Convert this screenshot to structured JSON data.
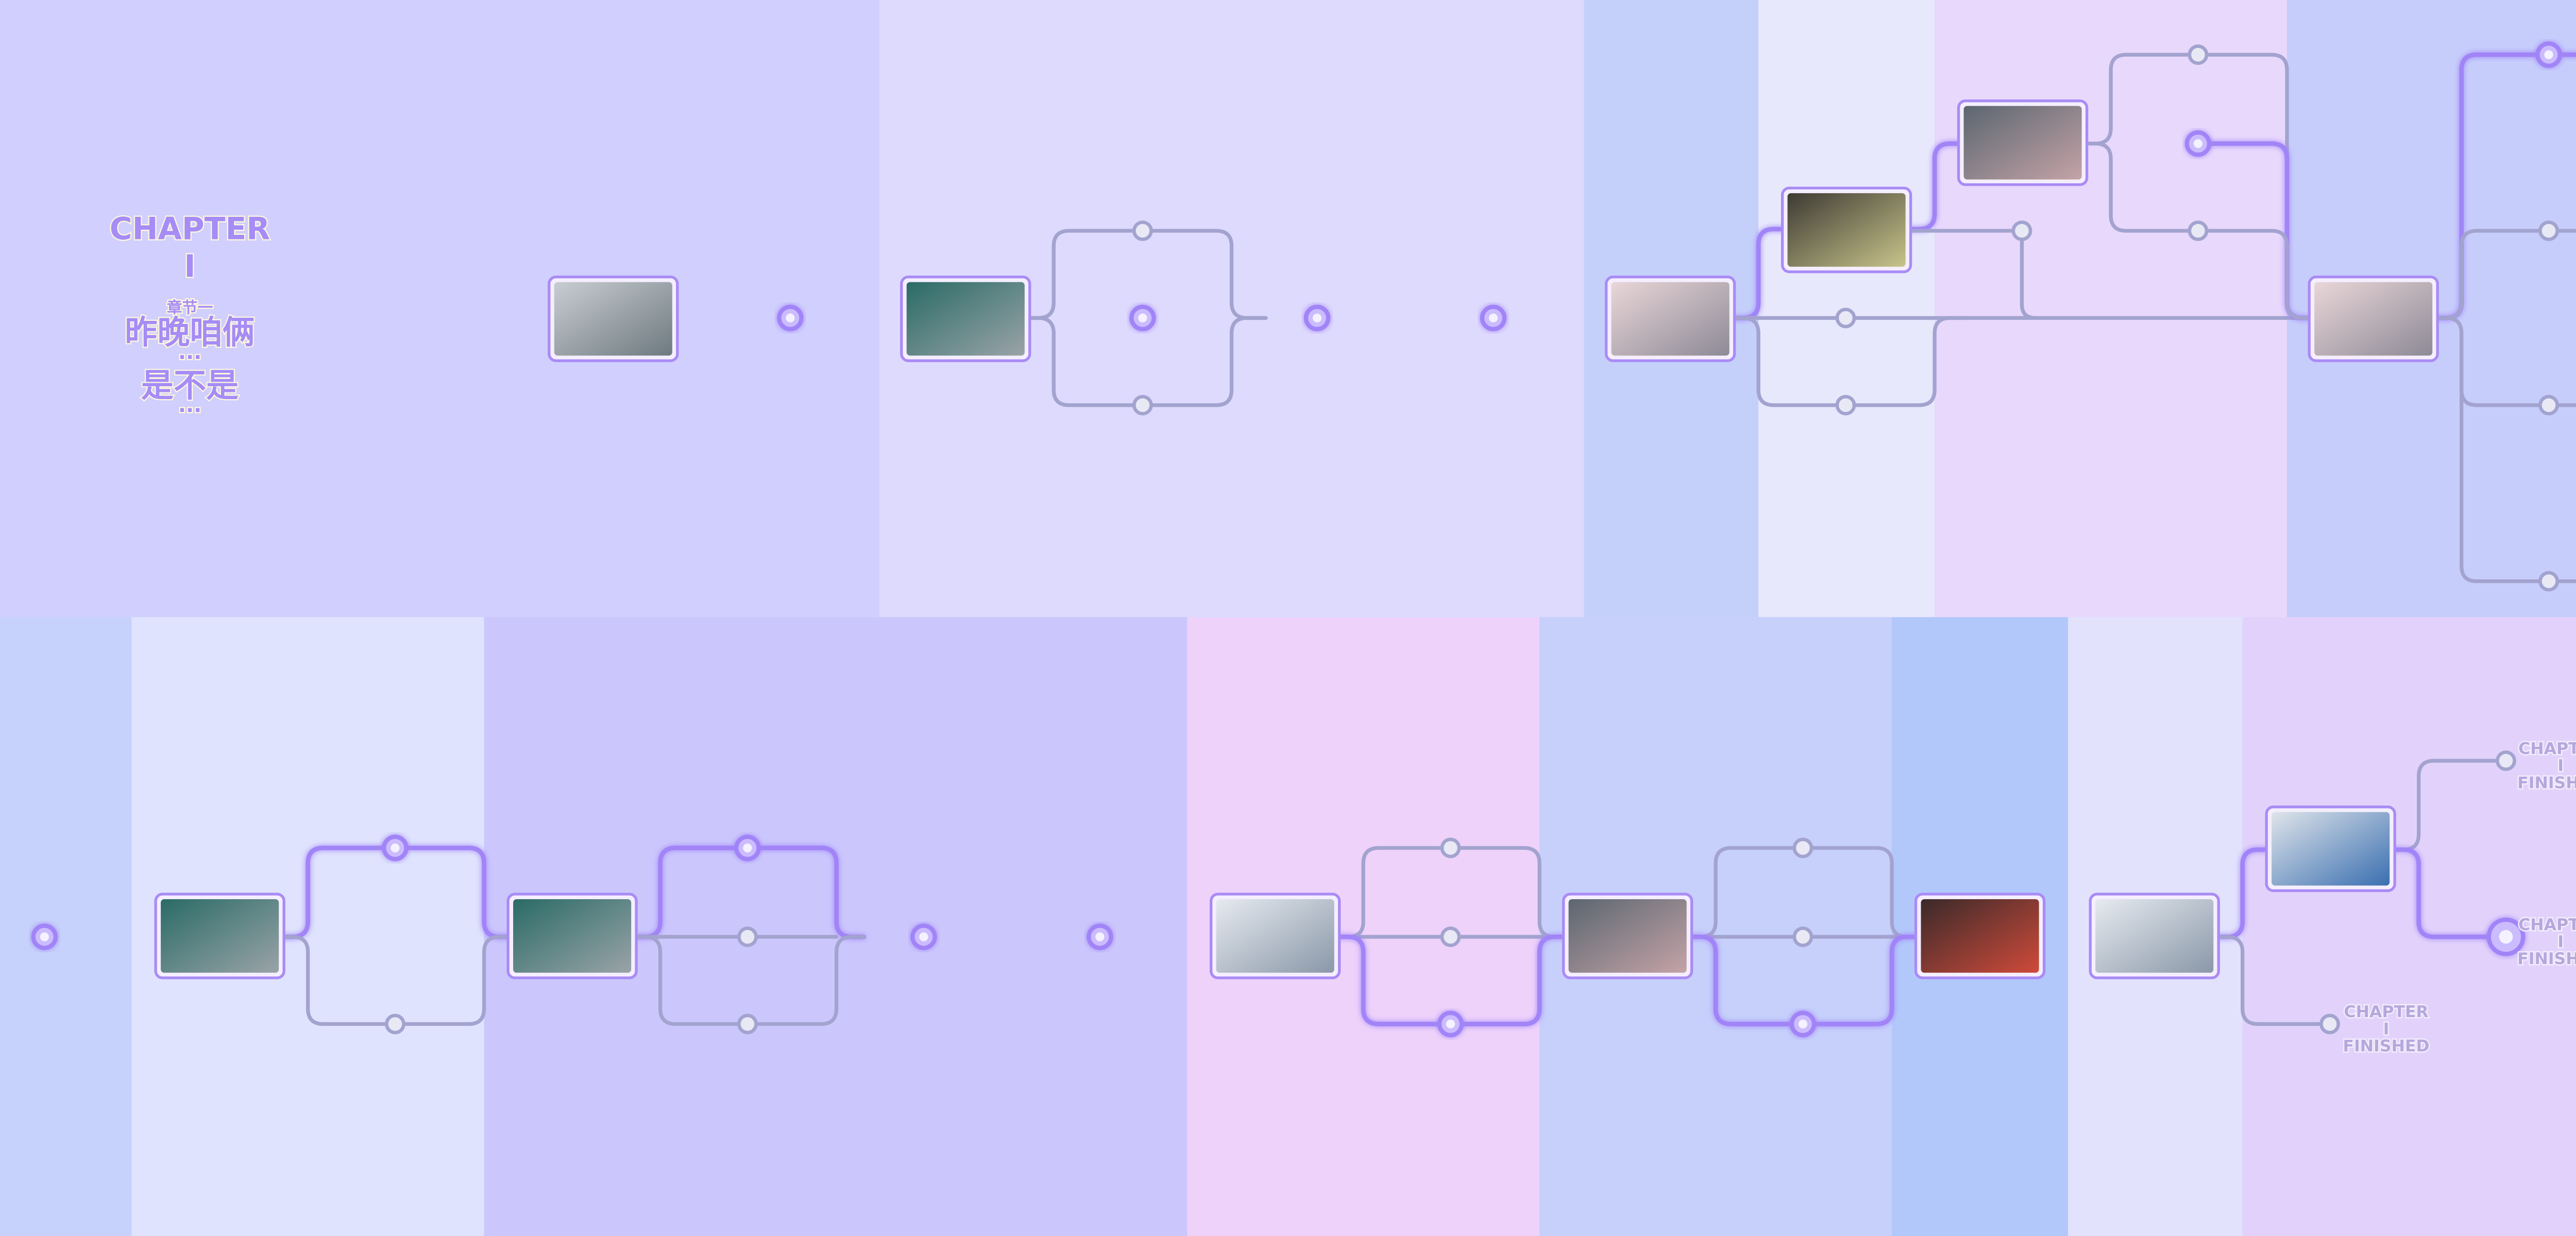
{
  "chapter": {
    "label": "CHAPTER",
    "number": "I",
    "subtitle": "章节一",
    "title_line1": "昨晚咱俩",
    "ellipsis1": "···",
    "title_line2": "是不是",
    "ellipsis2": "···"
  },
  "endings": [
    {
      "line1": "CHAPTER",
      "line2": "I",
      "line3": "FINISHED",
      "state": "unvisited"
    },
    {
      "line1": "CHAPTER",
      "line2": "I",
      "line3": "FINISHED",
      "state": "current"
    },
    {
      "line1": "CHAPTER",
      "line2": "I",
      "line3": "FINISHED",
      "state": "unvisited"
    }
  ],
  "colors": {
    "visited_path": "#a184f7",
    "unvisited_path": "#a3a3cf",
    "visited_node_fill": "#cbbcff",
    "unvisited_node_fill": "#e9e9f6",
    "thumb_border": "#a98bf5"
  }
}
